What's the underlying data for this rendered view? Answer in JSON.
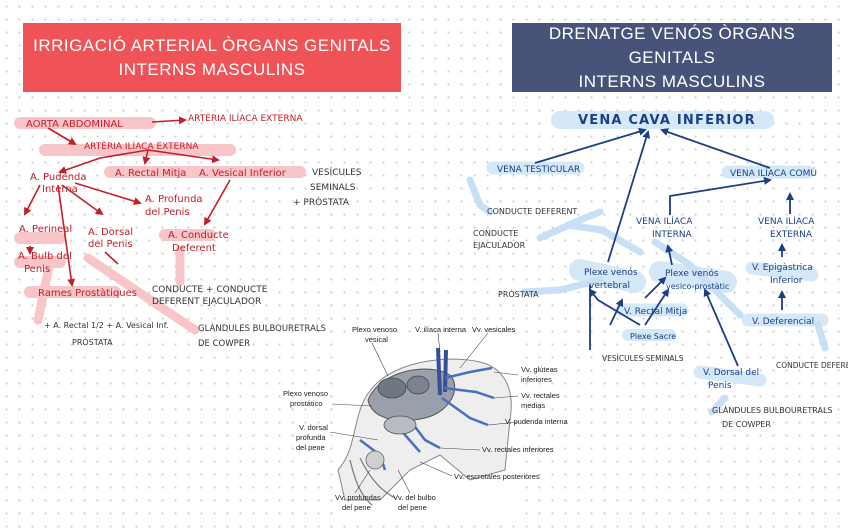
{
  "left_title": {
    "line1": "IRRIGACIÓ ARTERIAL ÒRGANS GENITALS",
    "line2": "INTERNS MASCULINS"
  },
  "right_title": {
    "line1": "DRENATGE VENÓS ÒRGANS GENITALS",
    "line2": "INTERNS MASCULINS"
  },
  "arterial": {
    "aorta": "AORTA ABDOMINAL",
    "iliaca_externa": "ARTÈRIA ILÍACA EXTERNA",
    "iliaca_interna": "ARTÈRIA ILÍACA EXTERNA",
    "pudenda_1": "A. Pudenda",
    "pudenda_2": "Interna",
    "rectal_mitja": "A. Rectal Mitja",
    "vesical_inf": "A. Vesical Inferior",
    "vesicules_1": "VESÍCULES",
    "vesicules_2": "SEMINALS",
    "vesicules_3": "+ PRÒSTATA",
    "profunda_1": "A. Profunda",
    "profunda_2": "del Penis",
    "perineal": "A. Perineal",
    "dorsal_1": "A. Dorsal",
    "dorsal_2": "del Penis",
    "conducte_1": "A. Conducte",
    "conducte_2": "Deferent",
    "bulb_1": "A. Bulb del",
    "bulb_2": "Penis",
    "rames": "Rames Prostàtiques",
    "conducte_def_1": "CONDUCTE + CONDUCTE",
    "conducte_def_2": "DEFERENT   EJACULADOR",
    "rectal_note_1": "+ A. Rectal 1/2 + A. Vesical Inf.",
    "rectal_note_2": "PRÒSTATA",
    "glandules_1": "GLÀNDULES BULBOURETRALS",
    "glandules_2": "DE COWPER"
  },
  "venous": {
    "vci": "VENA CAVA INFERIOR",
    "testicular": "VENA TESTICULAR",
    "iliaca_comu": "VENA ILÍACA COMÚ",
    "conducte_deferent": "CONDUCTE DEFERENT",
    "conducte_ejac_1": "CONDUCTE",
    "conducte_ejac_2": "EJACULADOR",
    "iliaca_interna_1": "VENA ILÍACA",
    "iliaca_interna_2": "INTERNA",
    "iliaca_externa_1": "VENA ILÍACA",
    "iliaca_externa_2": "EXTERNA",
    "plexe_vertebral_1": "Plexe venós",
    "plexe_vertebral_2": "vertebral",
    "plexe_vesico_1": "Plexe venós",
    "plexe_vesico_2": "vesico-prostàtic",
    "epigastrica_1": "V. Epigàstrica",
    "epigastrica_2": "Inferior",
    "prostata": "PRÒSTATA",
    "rectal_mitja": "V. Rectal Mitja",
    "plexe_sacre": "Plexe Sacre",
    "v_deferencial": "V. Deferencial",
    "vesicules": "VESÍCULES SEMINALS",
    "conducte_deferent_2": "CONDUCTE DEFERENT",
    "dorsal_1": "V. Dorsal del",
    "dorsal_2": "Penis",
    "glandules_1": "GLÀNDULES BULBOURETRALS",
    "glandules_2": "DE COWPER"
  },
  "figure": {
    "plexo_vesical_1": "Plexo venoso",
    "plexo_vesical_2": "vesical",
    "iliaca_interna": "V. ilíaca interna",
    "vesicales": "Vv. vesicales",
    "gluteas_1": "Vv. glúteas",
    "gluteas_2": "inferiores",
    "plexo_prostatico_1": "Plexo venoso",
    "plexo_prostatico_2": "prostático",
    "rectales_medias_1": "Vv. rectales",
    "rectales_medias_2": "medias",
    "pudenda": "V. pudenda interna",
    "dorsal_1": "V. dorsal",
    "dorsal_2": "profunda",
    "dorsal_3": "del pene",
    "rectales_inf": "Vv. rectales inferiores",
    "escrotales": "Vv. escrotales posteriores",
    "profundas_1": "Vv. profundas",
    "profundas_2": "del pene",
    "bulbo_1": "Vv. del bulbo",
    "bulbo_2": "del pene"
  },
  "colors": {
    "left_banner": "#f05357",
    "right_banner": "#475379",
    "arterial": "#c21f28",
    "venous": "#1a3f86",
    "highlight_red": "#f8c6c8",
    "highlight_blue": "#d4e8f8"
  }
}
